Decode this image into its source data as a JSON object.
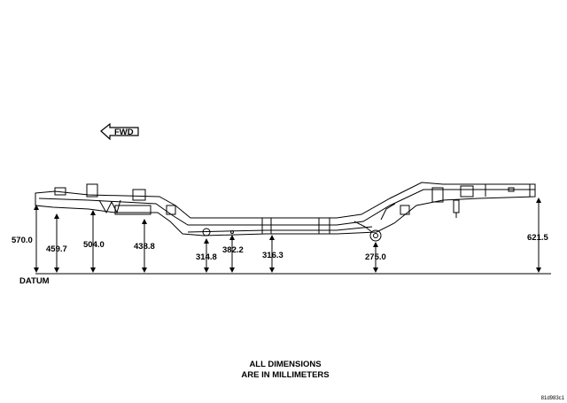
{
  "labels": {
    "fwd": "FWD",
    "datum": "DATUM",
    "note_line1": "ALL DIMENSIONS",
    "note_line2": "ARE IN MILLIMETERS",
    "figure_code": "81d983c1"
  },
  "dimensions": [
    {
      "id": "d1",
      "value": "570.0"
    },
    {
      "id": "d2",
      "value": "459.7"
    },
    {
      "id": "d3",
      "value": "504.0"
    },
    {
      "id": "d4",
      "value": "438.8"
    },
    {
      "id": "d5",
      "value": "314.8"
    },
    {
      "id": "d6",
      "value": "382.2"
    },
    {
      "id": "d7",
      "value": "316.3"
    },
    {
      "id": "d8",
      "value": "275.0"
    },
    {
      "id": "d9",
      "value": "621.5"
    }
  ]
}
